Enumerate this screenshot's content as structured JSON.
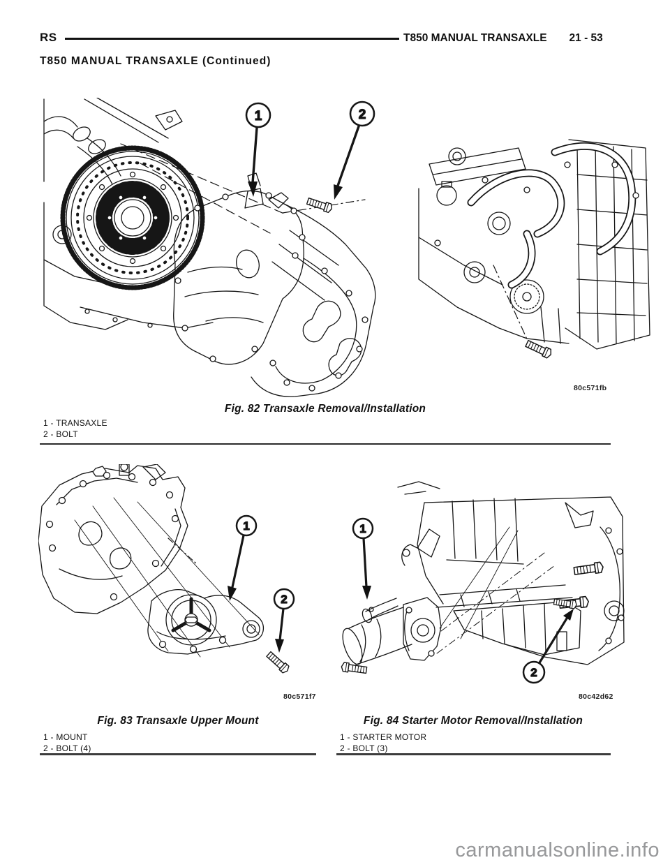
{
  "header": {
    "model_code": "RS",
    "section_title": "T850 MANUAL TRANSAXLE",
    "page_number": "21 - 53"
  },
  "subtitle": "T850 MANUAL TRANSAXLE (Continued)",
  "figures": [
    {
      "caption": "Fig. 82 Transaxle Removal/Installation",
      "image_code": "80c571fb",
      "callouts": [
        "1",
        "2"
      ],
      "legend": [
        "1 - TRANSAXLE",
        "2 - BOLT"
      ]
    },
    {
      "caption": "Fig. 83 Transaxle Upper Mount",
      "image_code": "80c571f7",
      "callouts": [
        "1",
        "2"
      ],
      "legend": [
        "1 - MOUNT",
        "2 - BOLT (4)"
      ]
    },
    {
      "caption": "Fig. 84 Starter Motor Removal/Installation",
      "image_code": "80c42d62",
      "callouts": [
        "1",
        "2"
      ],
      "legend": [
        "1 - STARTER MOTOR",
        "2 - BOLT (3)"
      ]
    }
  ],
  "watermark": "carmanualsonline.info",
  "colors": {
    "ink": "#161616",
    "rule": "#2a2a2a",
    "watermark_gray": "#97989a"
  }
}
